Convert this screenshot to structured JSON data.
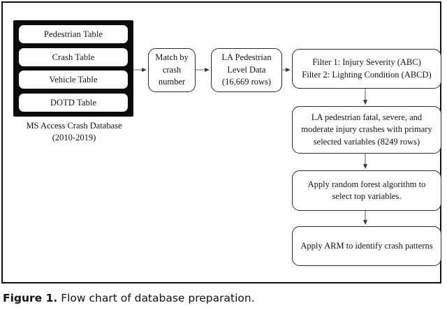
{
  "figure": {
    "caption_label": "Figure 1.",
    "caption_text": "Flow chart of database preparation."
  },
  "database": {
    "tables": [
      {
        "label": "Pedestrian Table"
      },
      {
        "label": "Crash Table"
      },
      {
        "label": "Vehicle Table"
      },
      {
        "label": "DOTD Table"
      }
    ],
    "caption_line1": "MS Access Crash Database",
    "caption_line2": "(2010-2019)"
  },
  "flow": {
    "nodes": [
      {
        "id": "match",
        "text": "Match by\ncrash\nnumber"
      },
      {
        "id": "la-ped",
        "text": "LA Pedestrian\nLevel Data\n(16,669 rows)"
      },
      {
        "id": "filters",
        "text": "Filter 1: Injury Severity (ABC)\nFilter 2: Lighting Condition (ABCD)"
      },
      {
        "id": "la-crashes",
        "text": "LA pedestrian fatal, severe, and\nmoderate injury crashes with primary\nselected variables (8249 rows)"
      },
      {
        "id": "random-forest",
        "text": "Apply random forest algorithm to\nselect top variables."
      },
      {
        "id": "arm",
        "text": "Apply ARM to identify crash patterns"
      }
    ],
    "edges": [
      {
        "from": "database",
        "to": "match",
        "direction": "right"
      },
      {
        "from": "match",
        "to": "la-ped",
        "direction": "right"
      },
      {
        "from": "la-ped",
        "to": "filters",
        "direction": "right"
      },
      {
        "from": "filters",
        "to": "la-crashes",
        "direction": "down"
      },
      {
        "from": "la-crashes",
        "to": "random-forest",
        "direction": "down"
      },
      {
        "from": "random-forest",
        "to": "arm",
        "direction": "down"
      }
    ]
  },
  "colors": {
    "frame": "#0f0f0f",
    "database_fill": "#0b0b0b",
    "box_stroke": "#2b2b2b",
    "connector": "#4a4a4a",
    "text": "#141414"
  }
}
